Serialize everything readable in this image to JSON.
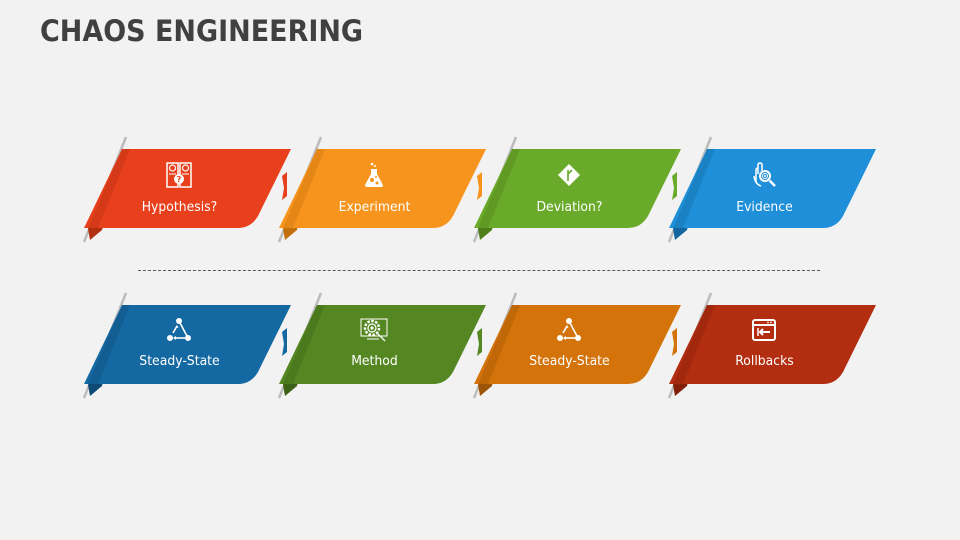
{
  "title": "CHAOS ENGINEERING",
  "rows": [
    {
      "cards": [
        {
          "label": "Hypothesis?",
          "icon": "hypothesis-icon",
          "color": "#e8401c",
          "dark": "#b23010"
        },
        {
          "label": "Experiment",
          "icon": "flask-icon",
          "color": "#f7941d",
          "dark": "#c46f0e"
        },
        {
          "label": "Deviation?",
          "icon": "direction-sign-icon",
          "color": "#6aaa2a",
          "dark": "#4d7f1b"
        },
        {
          "label": "Evidence",
          "icon": "fingerprint-search-icon",
          "color": "#1e8fd8",
          "dark": "#13669e"
        }
      ]
    },
    {
      "cards": [
        {
          "label": "Steady-State",
          "icon": "cycle-nodes-icon",
          "color": "#1569a3",
          "dark": "#0e4a74"
        },
        {
          "label": "Method",
          "icon": "gear-monitor-search-icon",
          "color": "#548722",
          "dark": "#3b6116"
        },
        {
          "label": "Steady-State",
          "icon": "cycle-nodes-icon",
          "color": "#d4730a",
          "dark": "#9c5406"
        },
        {
          "label": "Rollbacks",
          "icon": "browser-rollback-icon",
          "color": "#b32d10",
          "dark": "#82200a"
        }
      ]
    }
  ],
  "divider": {
    "style": "dashed",
    "color": "#595959"
  }
}
